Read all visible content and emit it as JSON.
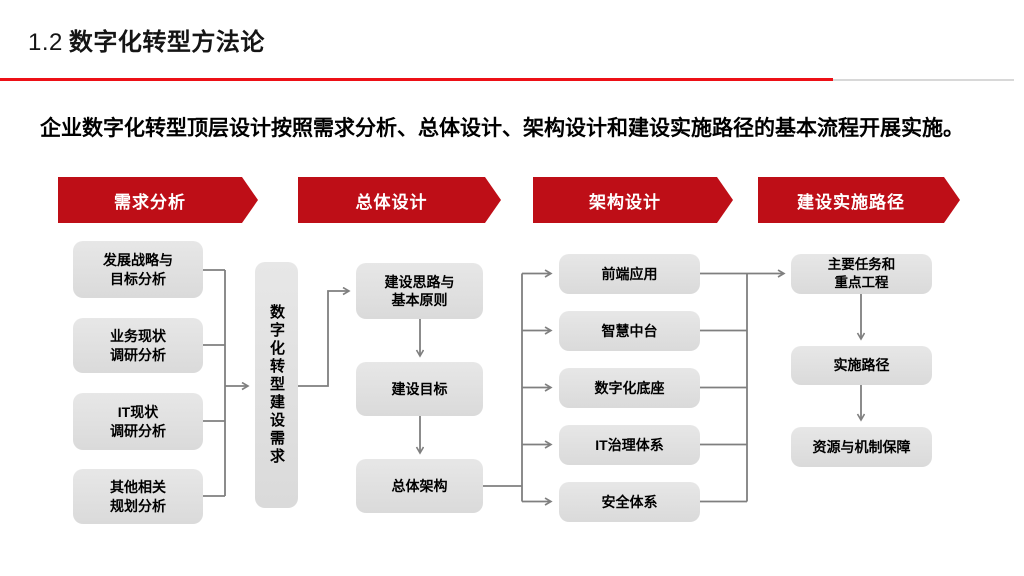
{
  "slide": {
    "title_prefix": "1.2",
    "title": "数字化转型方法论",
    "subtitle": "企业数字化转型顶层设计按照需求分析、总体设计、架构设计和建设实施路径的基本流程开展实施。"
  },
  "colors": {
    "banner_red": "#BE0E17",
    "rule_red": "#ED1016",
    "box_gray": "#DEDEDE",
    "connector_gray": "#7F7F7F",
    "background": "#FFFFFF"
  },
  "stages": [
    {
      "label": "需求分析"
    },
    {
      "label": "总体设计"
    },
    {
      "label": "架构设计"
    },
    {
      "label": "建设实施路径"
    }
  ],
  "requirement_analysis": {
    "items": [
      "发展战略与\n目标分析",
      "业务现状\n调研分析",
      "IT现状\n调研分析",
      "其他相关\n规划分析"
    ],
    "output": "数字化转型建设需求"
  },
  "overall_design": {
    "items": [
      "建设思路与\n基本原则",
      "建设目标",
      "总体架构"
    ]
  },
  "architecture_design": {
    "items": [
      "前端应用",
      "智慧中台",
      "数字化底座",
      "IT治理体系",
      "安全体系"
    ]
  },
  "implementation_path": {
    "items": [
      "主要任务和\n重点工程",
      "实施路径",
      "资源与机制保障"
    ]
  }
}
